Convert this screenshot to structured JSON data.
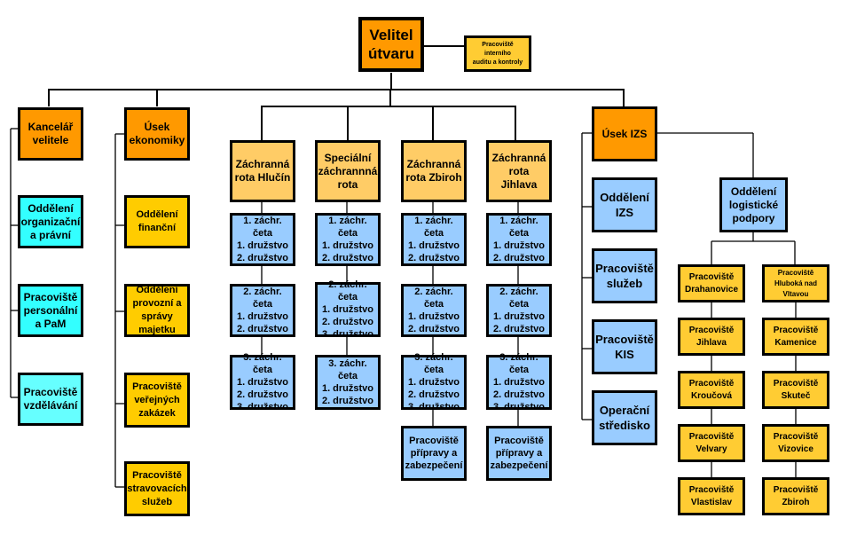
{
  "title": "Organizační struktura útvaru",
  "nodes": {
    "velitel": "Velitel\nútvaru",
    "audit": "Pracoviště interního\nauditu a kontroly",
    "kancelar": "Kancelář\nvelitele",
    "kancelar_children": [
      "Oddělení\norganizační\na právní",
      "Pracoviště\npersonální\na PaM",
      "Pracoviště\nvzdělávání"
    ],
    "ekonomika": "Úsek\nekonomiky",
    "ekonomika_children": [
      "Oddělení\nfinanční",
      "Oddělení\nprovozní a\nsprávy\nmajetku",
      "Pracoviště\nveřejných\nzakázek",
      "Pracoviště\nstravovacích\nslužeb"
    ],
    "roty": [
      {
        "name": "Záchranná\nrota Hlučín",
        "units": [
          "1. záchr. četa\n1. družstvo\n2. družstvo",
          "2. záchr. četa\n1. družstvo\n2. družstvo",
          "3. záchr. četa\n1. družstvo\n2. družstvo\n3. družstvo"
        ]
      },
      {
        "name": "Speciální\nzáchrannná\nrota",
        "units": [
          "1. záchr. četa\n1. družstvo\n2. družstvo",
          "2. záchr. četa\n1. družstvo\n2. družstvo\n3. družstvo",
          "3. záchr. četa\n1. družstvo\n2. družstvo"
        ]
      },
      {
        "name": "Záchranná\nrota Zbiroh",
        "units": [
          "1. záchr. četa\n1. družstvo\n2. družstvo",
          "2. záchr. četa\n1. družstvo\n2. družstvo",
          "3. záchr. četa\n1. družstvo\n2. družstvo\n3. družstvo",
          "Pracoviště\npřípravy a\nzabezpečení"
        ]
      },
      {
        "name": "Záchranná\nrota Jihlava",
        "units": [
          "1. záchr. četa\n1. družstvo\n2. družstvo",
          "2. záchr. četa\n1. družstvo\n2. družstvo",
          "3. záchr. četa\n1. družstvo\n2. družstvo\n3. družstvo",
          "Pracoviště\npřípravy a\nzabezpečení"
        ]
      }
    ],
    "izs": "Úsek IZS",
    "izs_children": [
      "Oddělení\nIZS",
      "Pracoviště\nslužeb",
      "Pracoviště\nKIS",
      "Operační\nstředisko"
    ],
    "logistika": "Oddělení\nlogistické\npodpory",
    "logistika_left": [
      "Pracoviště\nDrahanovice",
      "Pracoviště\nJihlava",
      "Pracoviště\nKroučová",
      "Pracoviště\nVelvary",
      "Pracoviště\nVlastislav"
    ],
    "logistika_right": [
      "Pracoviště\nHluboká nad\nVltavou",
      "Pracoviště\nKamenice",
      "Pracoviště\nSkuteč",
      "Pracoviště\nVizovice",
      "Pracoviště\nZbiroh"
    ]
  },
  "colors": {
    "top": "#ff9900",
    "section": "#ff9900",
    "office": "#33ffff",
    "economy": "#ffcc00",
    "company": "#ffcc66",
    "platoon": "#99ccff",
    "depot": "#ffcc33"
  }
}
